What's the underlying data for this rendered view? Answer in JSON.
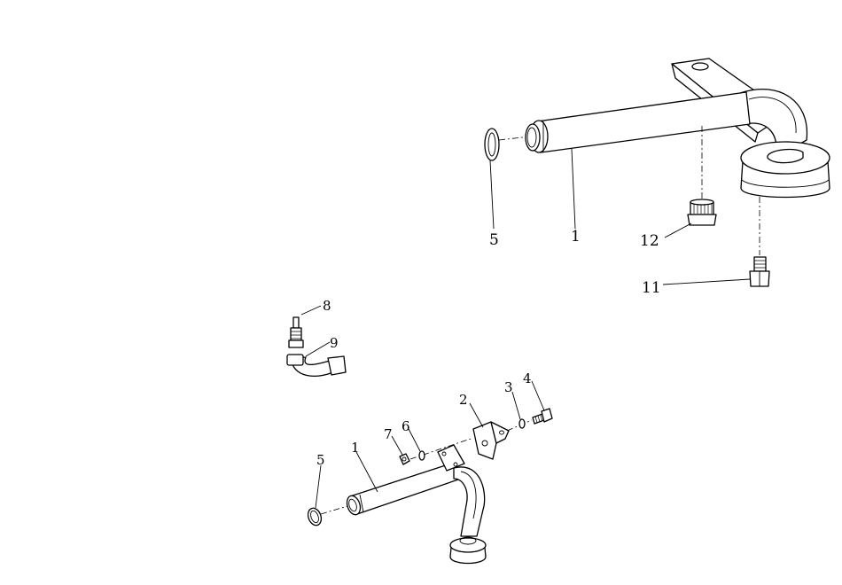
{
  "callouts": [
    {
      "id": "5",
      "label": "5"
    },
    {
      "id": "1",
      "label": "1"
    },
    {
      "id": "12",
      "label": "12"
    },
    {
      "id": "11",
      "label": "11"
    },
    {
      "id": "8",
      "label": "8"
    },
    {
      "id": "9",
      "label": "9"
    },
    {
      "id": "5b",
      "label": "5"
    },
    {
      "id": "1b",
      "label": "1"
    },
    {
      "id": "7",
      "label": "7"
    },
    {
      "id": "6",
      "label": "6"
    },
    {
      "id": "2",
      "label": "2"
    },
    {
      "id": "3",
      "label": "3"
    },
    {
      "id": "4",
      "label": "4"
    }
  ]
}
